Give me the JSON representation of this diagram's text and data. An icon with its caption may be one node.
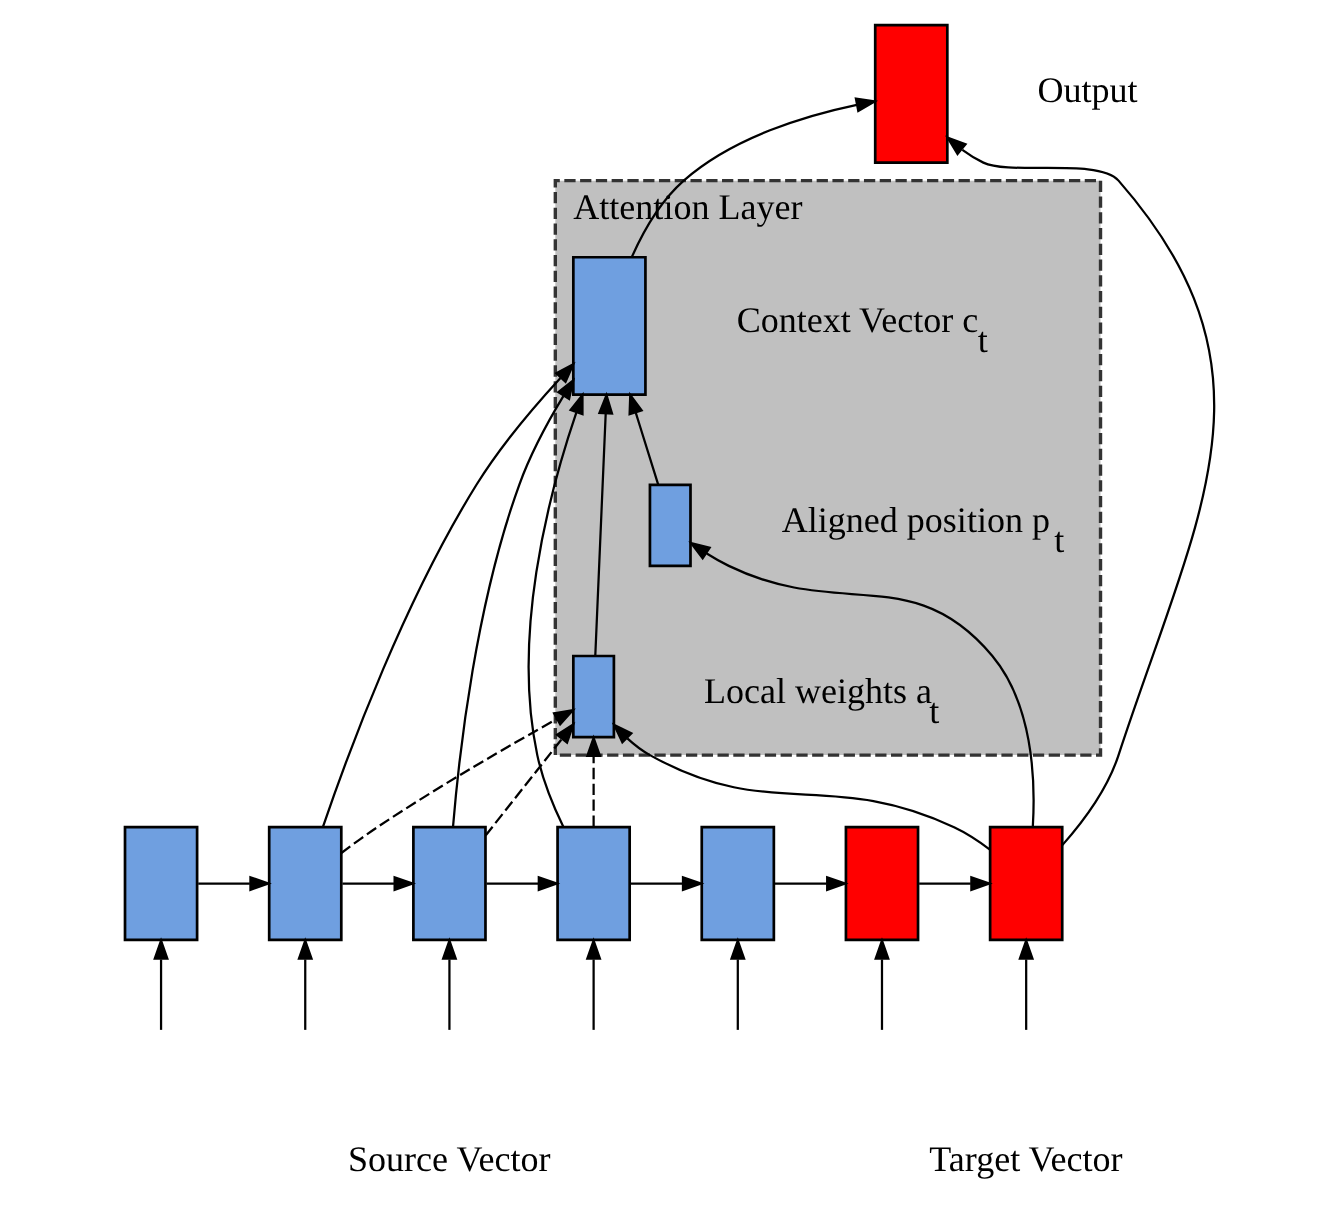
{
  "diagram": {
    "nodes": [
      {
        "text": [
          "Attention Layer"
        ]
      },
      {
        "text": [],
        "shape": "box",
        "in": 0,
        "beside": [
          "Context Vector c$_{t}$"
        ]
      },
      {
        "text": [],
        "shape": "box",
        "in": 0,
        "beside": [
          "Local weights a$_{t}$"
        ]
      },
      {
        "text": [],
        "shape": "box",
        "in": 0,
        "beside": [
          "Aligned position p$_{t}$"
        ]
      },
      {
        "text": [],
        "shape": "box",
        "beside": [
          "Output"
        ]
      },
      {
        "text": [],
        "shape": "box"
      },
      {
        "text": [],
        "shape": "box"
      },
      {
        "text": [],
        "shape": "box"
      },
      {
        "text": [],
        "shape": "box"
      },
      {
        "text": [],
        "shape": "box"
      },
      {
        "text": [],
        "shape": "box"
      },
      {
        "text": [],
        "shape": "box"
      }
    ],
    "edges": [
      {
        "from": 5,
        "to": 6,
        "arrow": "to"
      },
      {
        "from": 6,
        "to": 7,
        "arrow": "to"
      },
      {
        "from": 7,
        "to": 8,
        "arrow": "to"
      },
      {
        "from": 8,
        "to": 9,
        "arrow": "to"
      },
      {
        "from": 9,
        "to": 10,
        "arrow": "to"
      },
      {
        "from": 10,
        "to": 11,
        "arrow": "to"
      },
      {
        "from": null,
        "to": 5,
        "arrow": "to"
      },
      {
        "from": null,
        "to": 6,
        "arrow": "to"
      },
      {
        "from": null,
        "to": 7,
        "arrow": "to"
      },
      {
        "from": null,
        "to": 8,
        "arrow": "to"
      },
      {
        "from": null,
        "to": 9,
        "arrow": "to"
      },
      {
        "from": null,
        "to": 10,
        "arrow": "to"
      },
      {
        "from": null,
        "to": 11,
        "arrow": "to"
      },
      {
        "from": 6,
        "to": 1,
        "arrow": "to"
      },
      {
        "from": 7,
        "to": 1,
        "arrow": "to"
      },
      {
        "from": 8,
        "to": 1,
        "arrow": "to"
      },
      {
        "from": 6,
        "to": 2,
        "arrow": "to",
        "style": "dashed"
      },
      {
        "from": 7,
        "to": 2,
        "arrow": "to",
        "style": "dashed"
      },
      {
        "from": 8,
        "to": 2,
        "arrow": "to",
        "style": "dashed"
      },
      {
        "from": 2,
        "to": 1,
        "arrow": "to"
      },
      {
        "from": 3,
        "to": 1,
        "arrow": "to"
      },
      {
        "from": 11,
        "to": 2,
        "arrow": "to"
      },
      {
        "from": 11,
        "to": 3,
        "arrow": "to"
      },
      {
        "from": 11,
        "to": 4,
        "arrow": "to"
      },
      {
        "from": 1,
        "to": 4,
        "arrow": "to"
      }
    ],
    "labels": [
      "Source Vector",
      "Target Vector"
    ]
  }
}
